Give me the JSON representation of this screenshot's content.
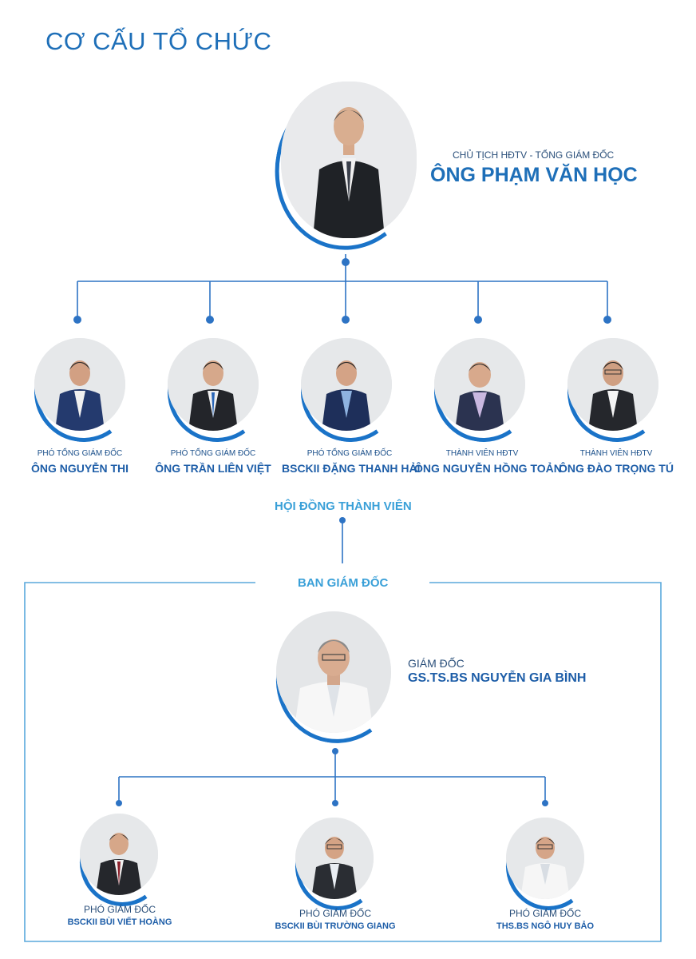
{
  "page_title": "CƠ CẤU TỔ CHỨC",
  "chairman": {
    "role": "CHỦ TỊCH HĐTV - TỔNG GIÁM ĐỐC",
    "name": "ÔNG PHẠM VĂN HỌC"
  },
  "board_members": [
    {
      "role": "PHÓ TỔNG GIÁM ĐỐC",
      "name": "ÔNG NGUYỄN THI"
    },
    {
      "role": "PHÓ TỔNG GIÁM ĐỐC",
      "name": "ÔNG TRẦN LIÊN VIỆT"
    },
    {
      "role": "PHÓ TỔNG GIÁM ĐỐC",
      "name": "BSCKII ĐẶNG THANH HẢI"
    },
    {
      "role": "THÀNH VIÊN HĐTV",
      "name": "ÔNG NGUYỄN HỒNG TOẢN"
    },
    {
      "role": "THÀNH VIÊN HĐTV",
      "name": "ÔNG ĐÀO TRỌNG TÚ"
    }
  ],
  "board_label": "HỘI ĐỒNG THÀNH VIÊN",
  "management_label": "BAN GIÁM ĐỐC",
  "director": {
    "role": "GIÁM ĐỐC",
    "name": "GS.TS.BS NGUYỄN GIA BÌNH"
  },
  "deputy_directors": [
    {
      "role": "PHÓ GIÁM ĐỐC",
      "name": "BSCKII BÙI VIẾT HOÀNG"
    },
    {
      "role": "PHÓ GIÁM ĐỐC",
      "name": "BSCKII BÙI TRƯỜNG GIANG"
    },
    {
      "role": "PHÓ GIÁM ĐỐC",
      "name": "THS.BS NGÔ HUY BẢO"
    }
  ],
  "colors": {
    "accent": "#1e6fb8",
    "line": "#1a73c8",
    "label": "#3aa0d8"
  }
}
